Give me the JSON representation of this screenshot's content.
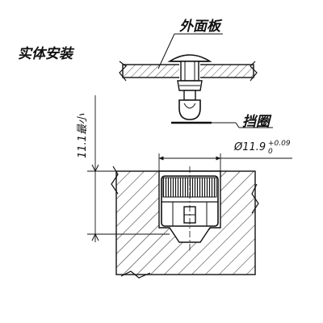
{
  "labels": {
    "title": "实体安装",
    "outer_panel": "外面板",
    "retaining_ring": "挡圈",
    "min_depth": "11.1最小"
  },
  "tolerance": {
    "diameter_symbol": "Ø",
    "diameter": "11.9",
    "upper": "+0.09",
    "lower": "0"
  }
}
